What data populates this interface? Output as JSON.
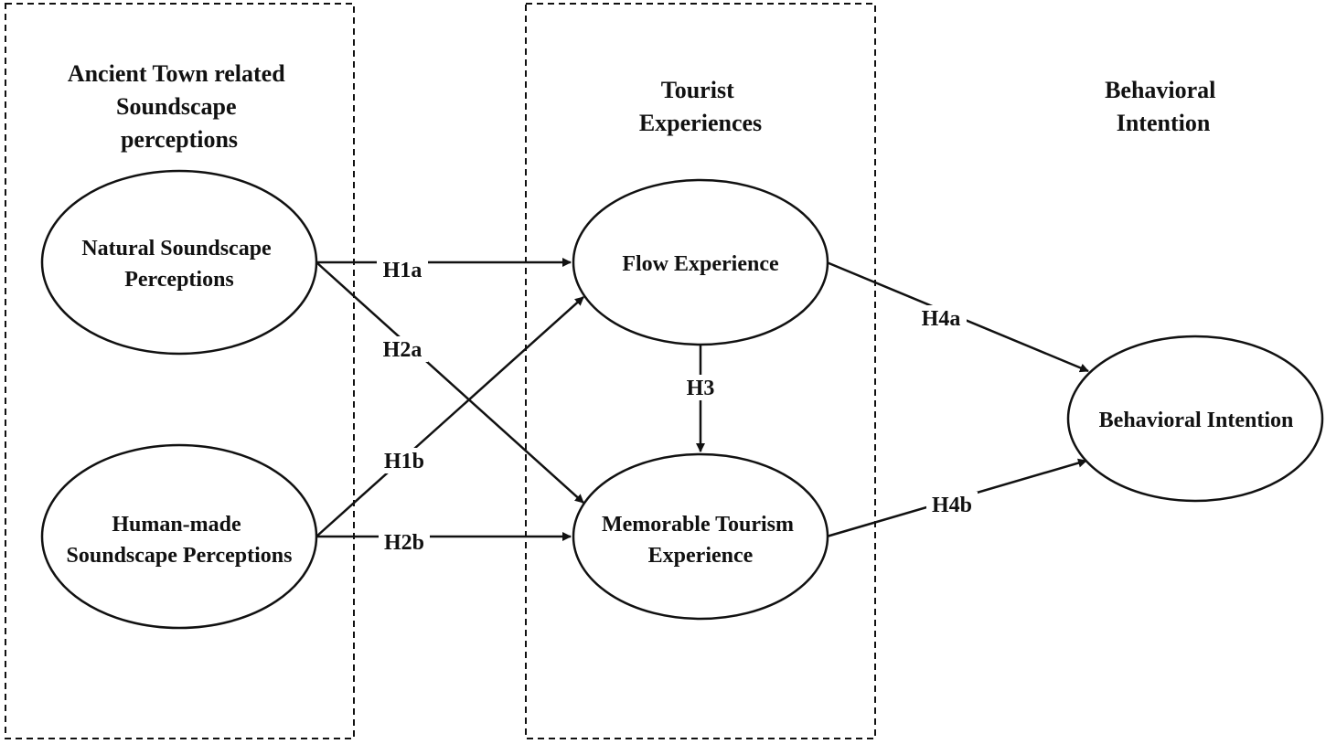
{
  "groups": {
    "soundscape": {
      "title_lines": [
        "Ancient Town related",
        "Soundscape",
        "perceptions"
      ]
    },
    "experiences": {
      "title_lines": [
        "Tourist",
        "Experiences"
      ]
    },
    "intention": {
      "title_lines": [
        "Behavioral",
        "Intention"
      ]
    }
  },
  "nodes": {
    "natural": {
      "lines": [
        "Natural Soundscape",
        "Perceptions"
      ]
    },
    "humanmade": {
      "lines": [
        "Human-made",
        "Soundscape Perceptions"
      ]
    },
    "flow": {
      "lines": [
        "Flow Experience"
      ]
    },
    "memorable": {
      "lines": [
        "Memorable Tourism",
        "Experience"
      ]
    },
    "behavioral": {
      "lines": [
        "Behavioral Intention"
      ]
    }
  },
  "edges": {
    "h1a": {
      "label": "H1a",
      "from": "natural",
      "to": "flow"
    },
    "h2a": {
      "label": "H2a",
      "from": "natural",
      "to": "memorable"
    },
    "h1b": {
      "label": "H1b",
      "from": "humanmade",
      "to": "flow"
    },
    "h2b": {
      "label": "H2b",
      "from": "humanmade",
      "to": "memorable"
    },
    "h3": {
      "label": "H3",
      "from": "flow",
      "to": "memorable"
    },
    "h4a": {
      "label": "H4a",
      "from": "flow",
      "to": "behavioral"
    },
    "h4b": {
      "label": "H4b",
      "from": "memorable",
      "to": "behavioral"
    }
  }
}
